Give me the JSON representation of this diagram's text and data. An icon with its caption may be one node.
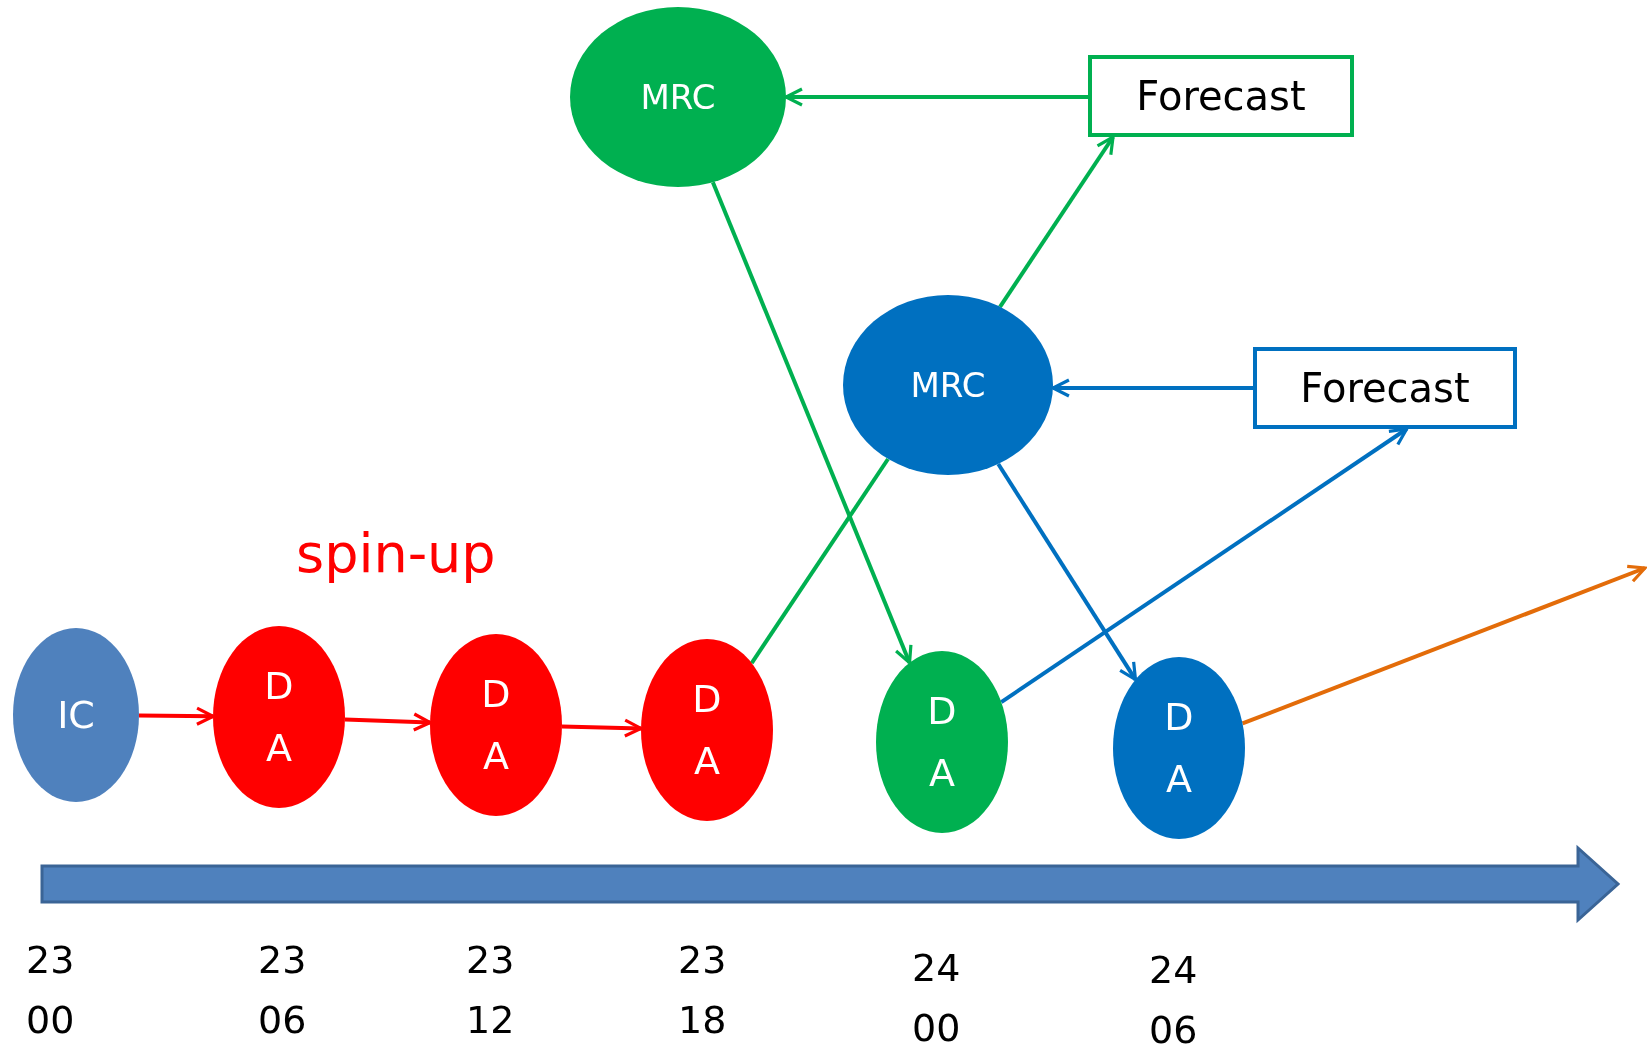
{
  "diagram": {
    "nodes": [
      {
        "text": [
          "MRC"
        ]
      },
      {
        "text": [
          "Forecast"
        ]
      },
      {
        "text": [
          "MRC"
        ]
      },
      {
        "text": [
          "Forecast"
        ]
      },
      {
        "text": [
          "IC"
        ]
      },
      {
        "text": [
          "D A"
        ]
      },
      {
        "text": [
          "D A"
        ]
      },
      {
        "text": [
          "D A"
        ]
      },
      {
        "text": [
          "D A"
        ]
      },
      {
        "text": [
          "D A"
        ]
      }
    ],
    "edges": [
      {
        "from": 4,
        "to": 5,
        "arrow": "to",
        "color": "#ff0000"
      },
      {
        "from": 5,
        "to": 6,
        "arrow": "to",
        "color": "#ff0000"
      },
      {
        "from": 6,
        "to": 7,
        "arrow": "to",
        "color": "#ff0000"
      },
      {
        "from": 7,
        "to": 2,
        "arrow": "none",
        "color": "#00b050"
      },
      {
        "from": 0,
        "to": 8,
        "arrow": "to",
        "color": "#00b050"
      },
      {
        "from": 2,
        "to": 1,
        "arrow": "to",
        "color": "#00b050"
      },
      {
        "from": 1,
        "to": 0,
        "arrow": "to",
        "color": "#00b050"
      },
      {
        "from": 3,
        "to": 2,
        "arrow": "to",
        "color": "#0070c0"
      },
      {
        "from": 8,
        "to": 3,
        "arrow": "to",
        "color": "#0070c0"
      },
      {
        "from": 2,
        "to": 9,
        "arrow": "to",
        "color": "#0070c0"
      },
      {
        "from": 9,
        "to": null,
        "arrow": "to",
        "color": "#e36c09"
      }
    ],
    "labels": [
      "spin-up",
      "23 00",
      "23 06",
      "23 12",
      "23 18",
      "24 00",
      "24 06"
    ]
  }
}
